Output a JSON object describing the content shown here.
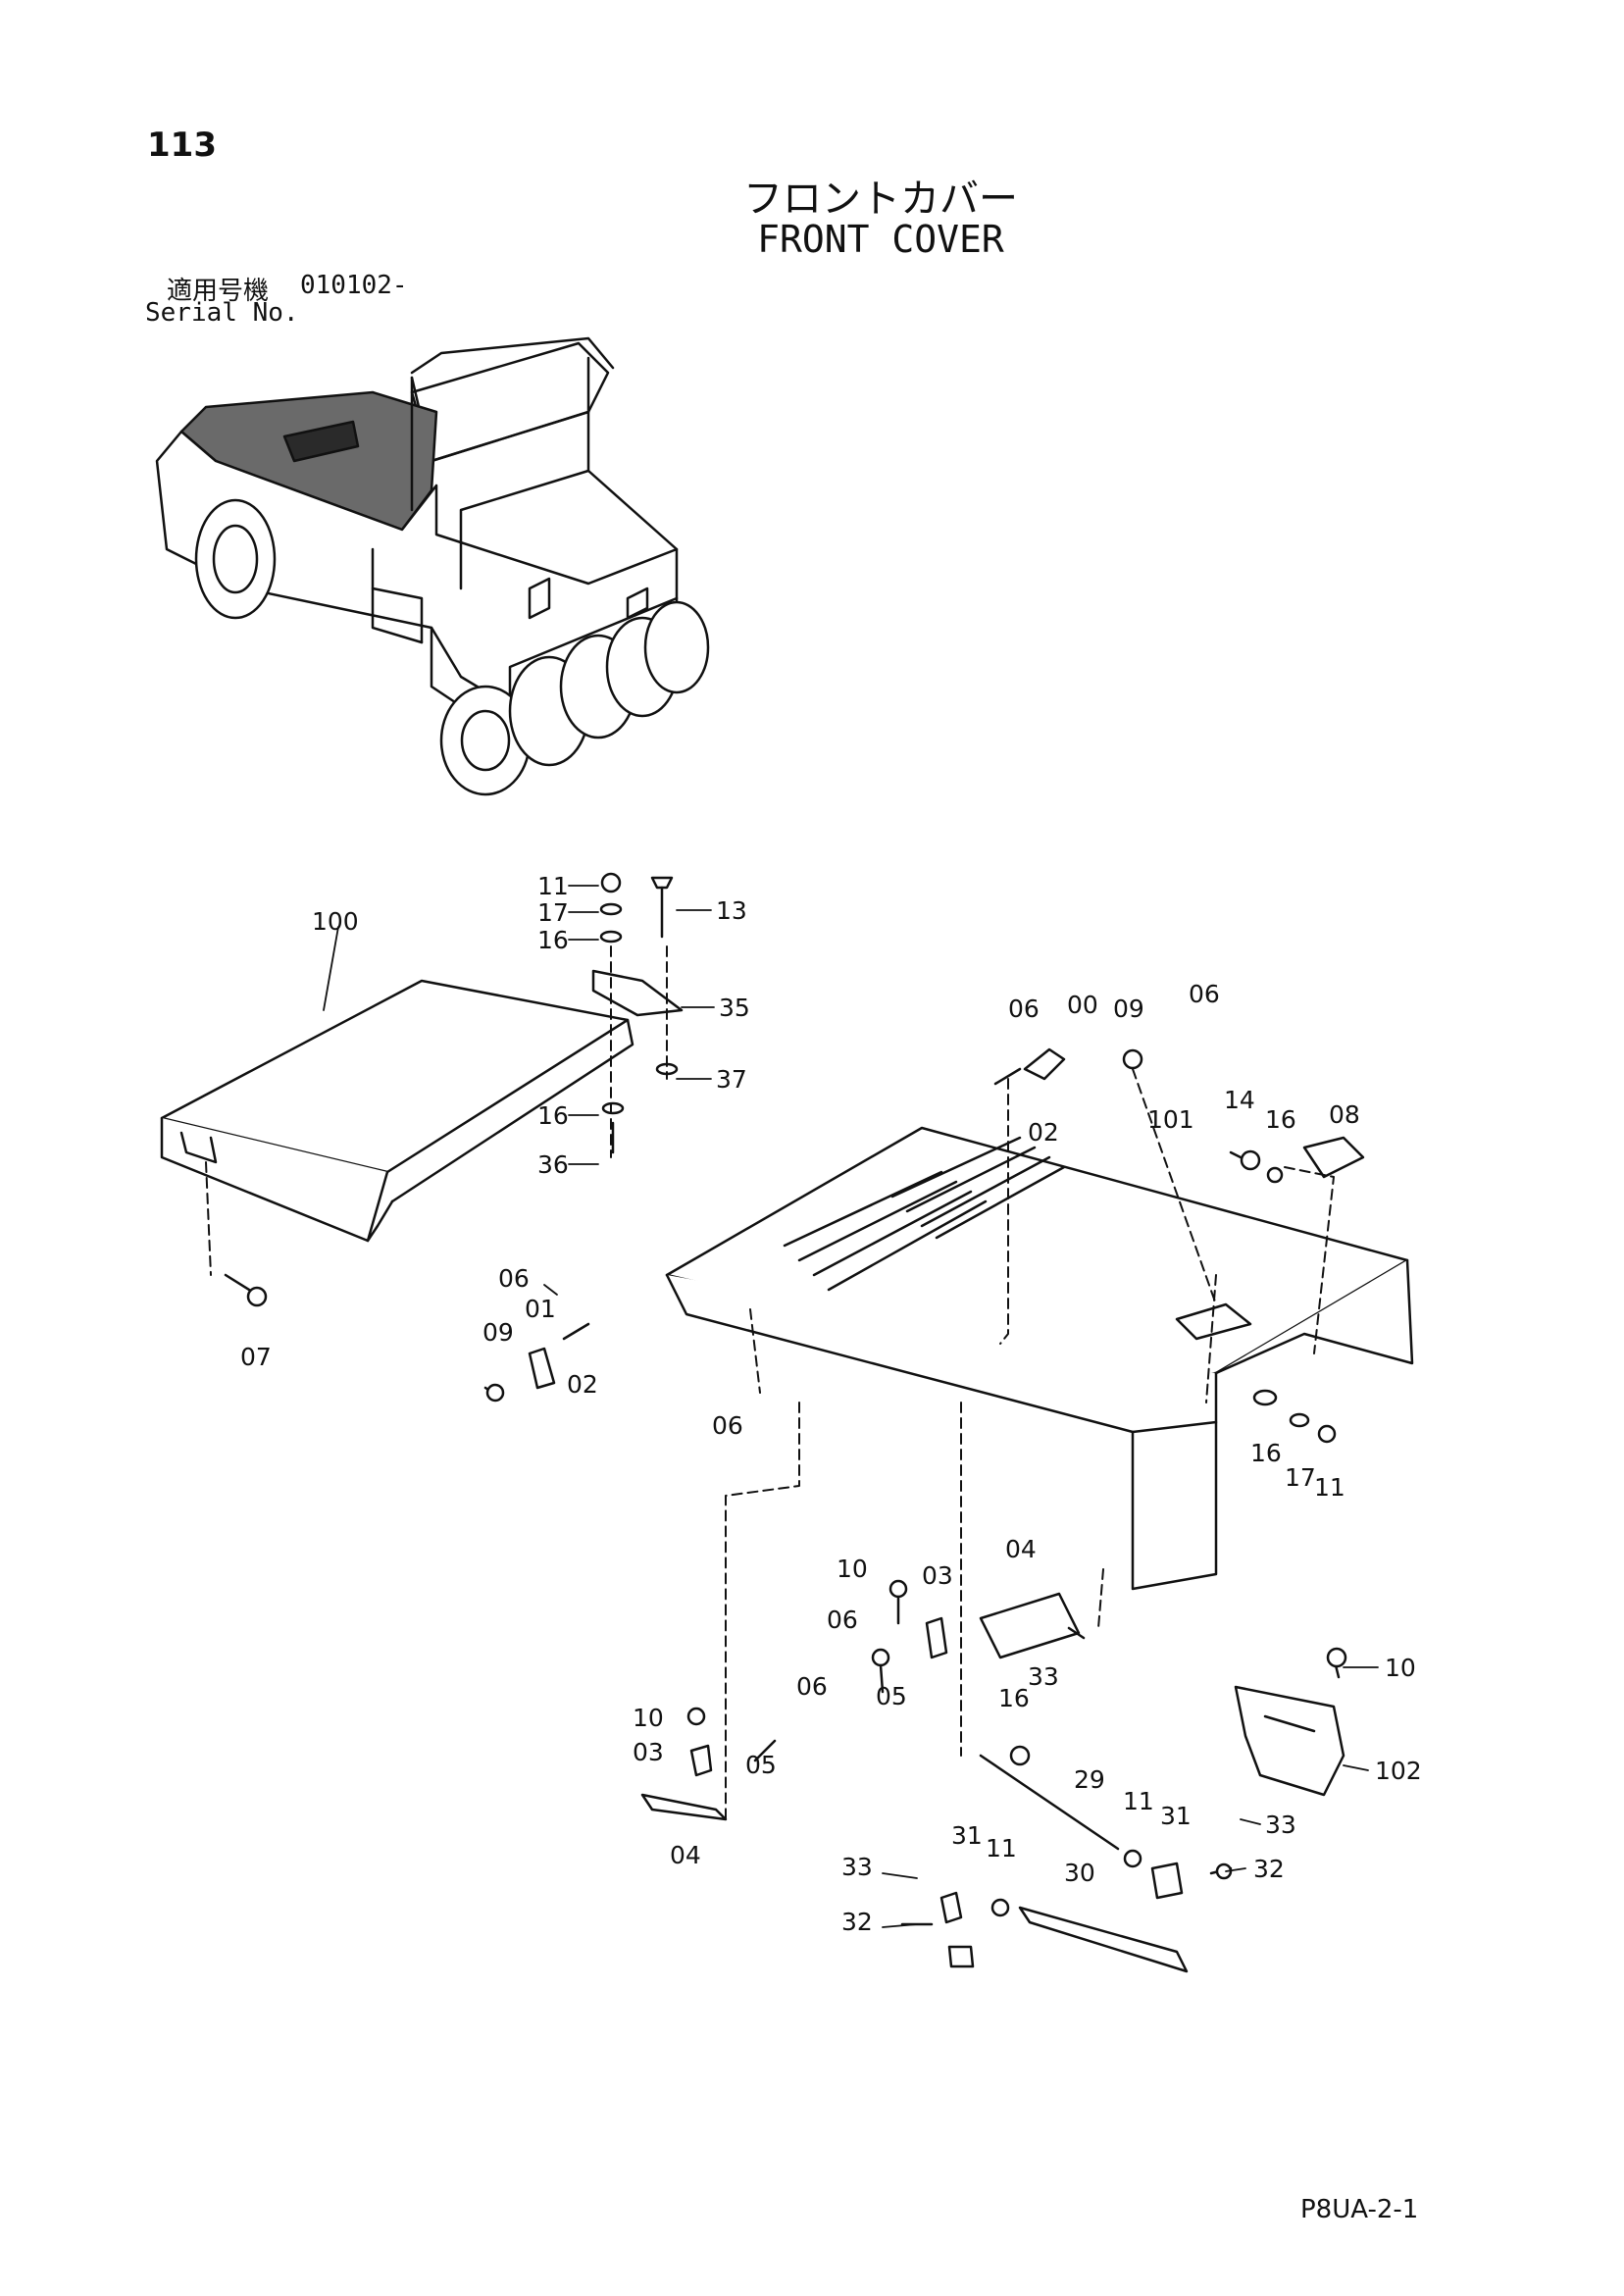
{
  "page_number": "113",
  "title_jp": "フロントカバー",
  "title_en": "FRONT COVER",
  "serial": {
    "label_jp": "適用号機",
    "value": "010102-",
    "label_en": "Serial No."
  },
  "doc_code": "P8UA-2-1",
  "callouts": [
    {
      "id": "c-100",
      "text": "100"
    },
    {
      "id": "c-11a",
      "text": "11"
    },
    {
      "id": "c-17a",
      "text": "17"
    },
    {
      "id": "c-16a",
      "text": "16"
    },
    {
      "id": "c-13",
      "text": "13"
    },
    {
      "id": "c-35",
      "text": "35"
    },
    {
      "id": "c-37",
      "text": "37"
    },
    {
      "id": "c-16b",
      "text": "16"
    },
    {
      "id": "c-36",
      "text": "36"
    },
    {
      "id": "c-07",
      "text": "07"
    },
    {
      "id": "c-06a",
      "text": "06"
    },
    {
      "id": "c-01",
      "text": "01"
    },
    {
      "id": "c-09a",
      "text": "09"
    },
    {
      "id": "c-02a",
      "text": "02"
    },
    {
      "id": "c-06b",
      "text": "06"
    },
    {
      "id": "c-06c",
      "text": "06"
    },
    {
      "id": "c-00",
      "text": "00"
    },
    {
      "id": "c-09b",
      "text": "09"
    },
    {
      "id": "c-06d",
      "text": "06"
    },
    {
      "id": "c-02b",
      "text": "02"
    },
    {
      "id": "c-101",
      "text": "101"
    },
    {
      "id": "c-14",
      "text": "14"
    },
    {
      "id": "c-16c",
      "text": "16"
    },
    {
      "id": "c-08",
      "text": "08"
    },
    {
      "id": "c-16d",
      "text": "16"
    },
    {
      "id": "c-17b",
      "text": "17"
    },
    {
      "id": "c-11b",
      "text": "11"
    },
    {
      "id": "c-10a",
      "text": "10"
    },
    {
      "id": "c-03a",
      "text": "03"
    },
    {
      "id": "c-04a",
      "text": "04"
    },
    {
      "id": "c-06e",
      "text": "06"
    },
    {
      "id": "c-05a",
      "text": "05"
    },
    {
      "id": "c-10b",
      "text": "10"
    },
    {
      "id": "c-06f",
      "text": "06"
    },
    {
      "id": "c-03b",
      "text": "03"
    },
    {
      "id": "c-05b",
      "text": "05"
    },
    {
      "id": "c-04b",
      "text": "04"
    },
    {
      "id": "c-16e",
      "text": "16"
    },
    {
      "id": "c-33a",
      "text": "33"
    },
    {
      "id": "c-10c",
      "text": "10"
    },
    {
      "id": "c-102",
      "text": "102"
    },
    {
      "id": "c-29",
      "text": "29"
    },
    {
      "id": "c-11c",
      "text": "11"
    },
    {
      "id": "c-31a",
      "text": "31"
    },
    {
      "id": "c-33b",
      "text": "33"
    },
    {
      "id": "c-32a",
      "text": "32"
    },
    {
      "id": "c-33c",
      "text": "33"
    },
    {
      "id": "c-31b",
      "text": "31"
    },
    {
      "id": "c-11d",
      "text": "11"
    },
    {
      "id": "c-30",
      "text": "30"
    },
    {
      "id": "c-32b",
      "text": "32"
    }
  ]
}
